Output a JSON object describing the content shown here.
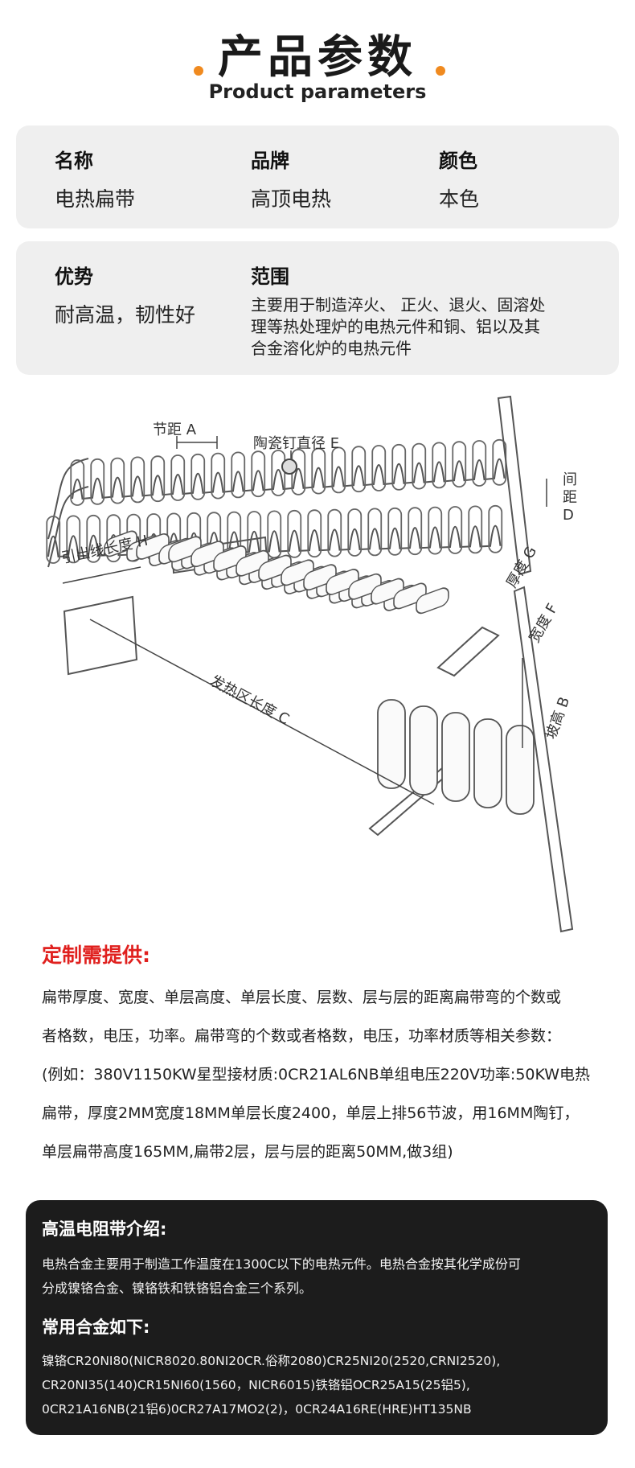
{
  "header": {
    "title": "产品参数",
    "subtitle": "Product parameters"
  },
  "card1": {
    "name_label": "名称",
    "name_value": "电热扁带",
    "brand_label": "品牌",
    "brand_value": "高顶电热",
    "color_label": "颜色",
    "color_value": "本色"
  },
  "card2": {
    "adv_label": "优势",
    "adv_value": "耐高温，韧性好",
    "scope_label": "范围",
    "scope_lines": [
      "主要用于制造淬火、 正火、退火、固溶处",
      "理等热处理炉的电热元件和铜、铝以及其",
      "合金溶化炉的电热元件"
    ]
  },
  "diagram": {
    "pitch": "节距 A",
    "pin_dia": "陶瓷钉直径 E",
    "gap": [
      "间",
      "距",
      "D"
    ],
    "lead": "引出线长度 H",
    "thickness": "厚度 G",
    "width": "宽度 F",
    "heat_len": "发热区长度 C",
    "slope": "坡高 B"
  },
  "requirements": {
    "title": "定制需提供:",
    "lines": [
      "扁带厚度、宽度、单层高度、单层长度、层数、层与层的距离扁带弯的个数或",
      "者格数，电压，功率。扁带弯的个数或者格数，电压，功率材质等相关参数：",
      "(例如：380V1150KW星型接材质:0CR21AL6NB单组电压220V功率:50KW电热",
      "扁带，厚度2MM宽度18MM单层长度2400，单层上排56节波，用16MM陶钉，",
      "单层扁带高度165MM,扁带2层，层与层的距离50MM,做3组)"
    ]
  },
  "intro": {
    "title": "高温电阻带介绍:",
    "lines": [
      "电热合金主要用于制造工作温度在1300C以下的电热元件。电热合金按其化学成份可",
      "分成镍铬合金、镍铬铁和铁铬铝合金三个系列。"
    ],
    "alloy_title": "常用合金如下:",
    "alloy_lines": [
      "镍铬CR20NI80(NICR8020.80NI20CR.俗称2080)CR25NI20(2520,CRNI2520),",
      "CR20NI35(140)CR15NI60(1560，NICR6015)铁铬铝OCR25A15(25铝5),",
      "0CR21A16NB(21铝6)0CR27A17MO2(2)，0CR24A16RE(HRE)HT135NB"
    ]
  }
}
